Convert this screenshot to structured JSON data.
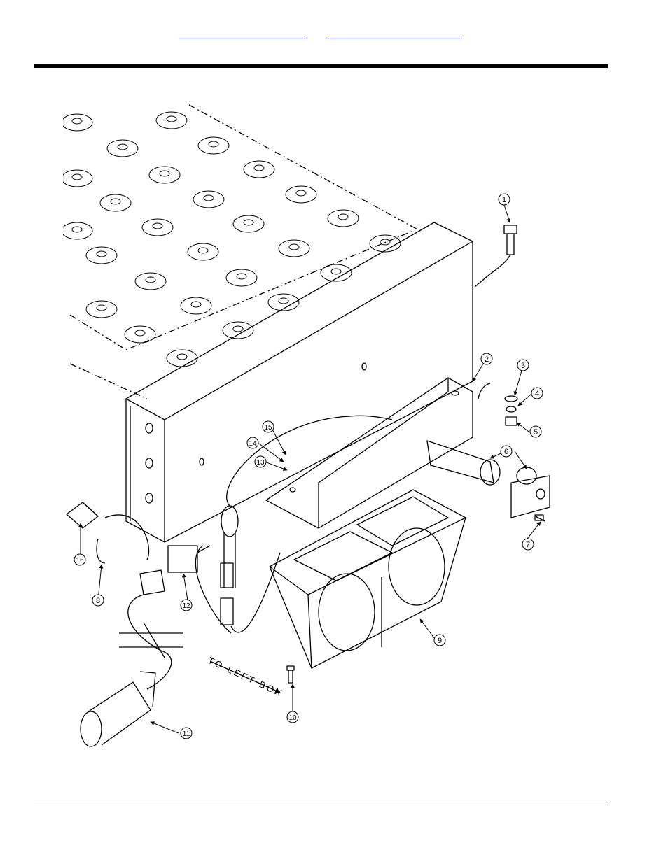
{
  "header": {
    "link_1": "",
    "link_2": ""
  },
  "drawing": {
    "callouts": [
      "1",
      "2",
      "3",
      "4",
      "5",
      "6",
      "7",
      "8",
      "9",
      "10",
      "11",
      "12",
      "13",
      "14",
      "15",
      "16"
    ],
    "annotation": "TO LEFT BOX"
  },
  "icons": {
    "leader-arrow": "arrowhead"
  }
}
